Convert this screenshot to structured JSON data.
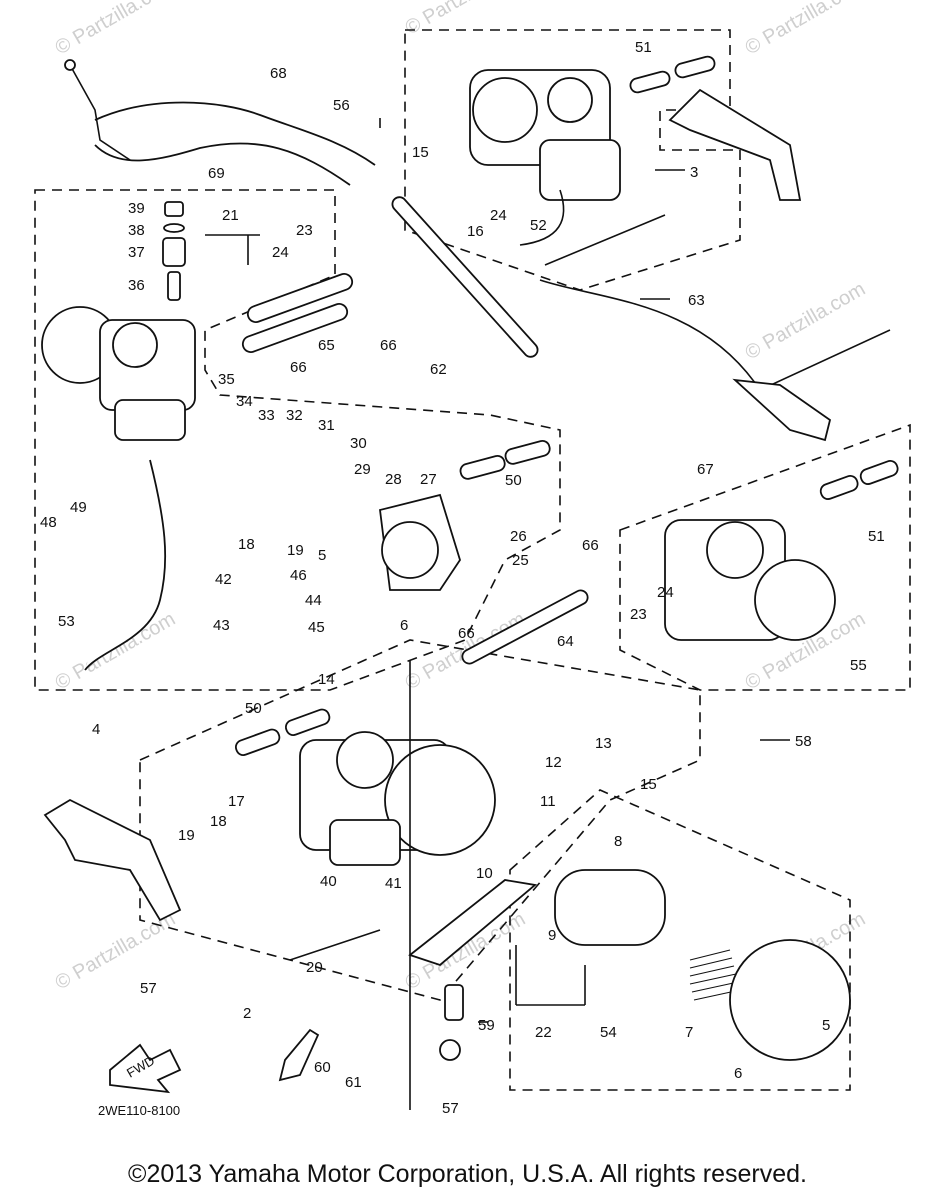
{
  "copyright": "©2013 Yamaha Motor Corporation, U.S.A. All rights reserved.",
  "diagram_code": "2WE110-8100",
  "front_arrow_label": "FWD",
  "watermarks": [
    "© Partzilla.com",
    "© Partzilla.com",
    "© Partzilla.com",
    "© Partzilla.com",
    "© Partzilla.com",
    "© Partzilla.com",
    "© Partzilla.com",
    "© Partzilla.com",
    "© Partzilla.com",
    "© Partzilla.com"
  ],
  "callouts": [
    "51",
    "56",
    "68",
    "15",
    "3",
    "69",
    "24",
    "16",
    "52",
    "39",
    "21",
    "23",
    "38",
    "37",
    "24",
    "36",
    "63",
    "66",
    "65",
    "35",
    "66",
    "34",
    "33",
    "32",
    "62",
    "31",
    "30",
    "29",
    "28",
    "27",
    "50",
    "67",
    "48",
    "49",
    "51",
    "26",
    "18",
    "19",
    "25",
    "66",
    "42",
    "46",
    "5",
    "44",
    "24",
    "43",
    "45",
    "6",
    "23",
    "53",
    "64",
    "55",
    "66",
    "14",
    "4",
    "50",
    "13",
    "58",
    "12",
    "15",
    "17",
    "11",
    "19",
    "18",
    "8",
    "40",
    "41",
    "10",
    "9",
    "20",
    "57",
    "22",
    "54",
    "7",
    "5",
    "2",
    "59",
    "60",
    "61",
    "6",
    "57"
  ]
}
